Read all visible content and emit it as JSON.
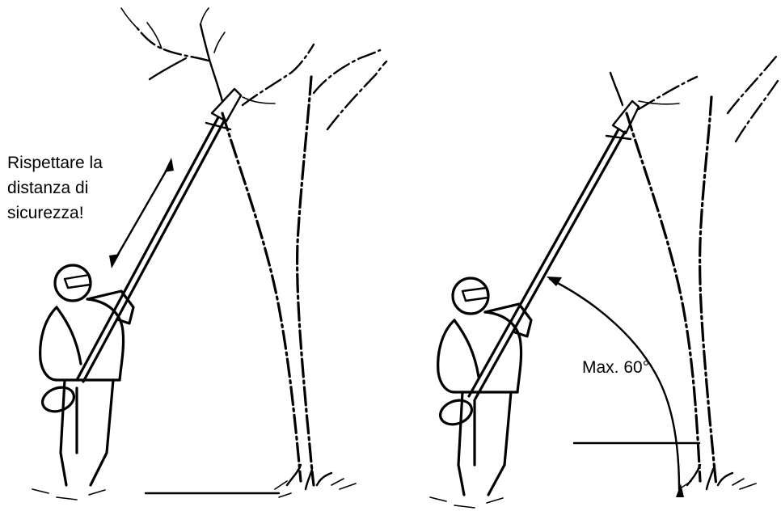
{
  "left_panel": {
    "safety_note": [
      "Rispettare la",
      "distanza di",
      "sicurezza!"
    ]
  },
  "right_panel": {
    "angle_note": "Max. 60°"
  }
}
